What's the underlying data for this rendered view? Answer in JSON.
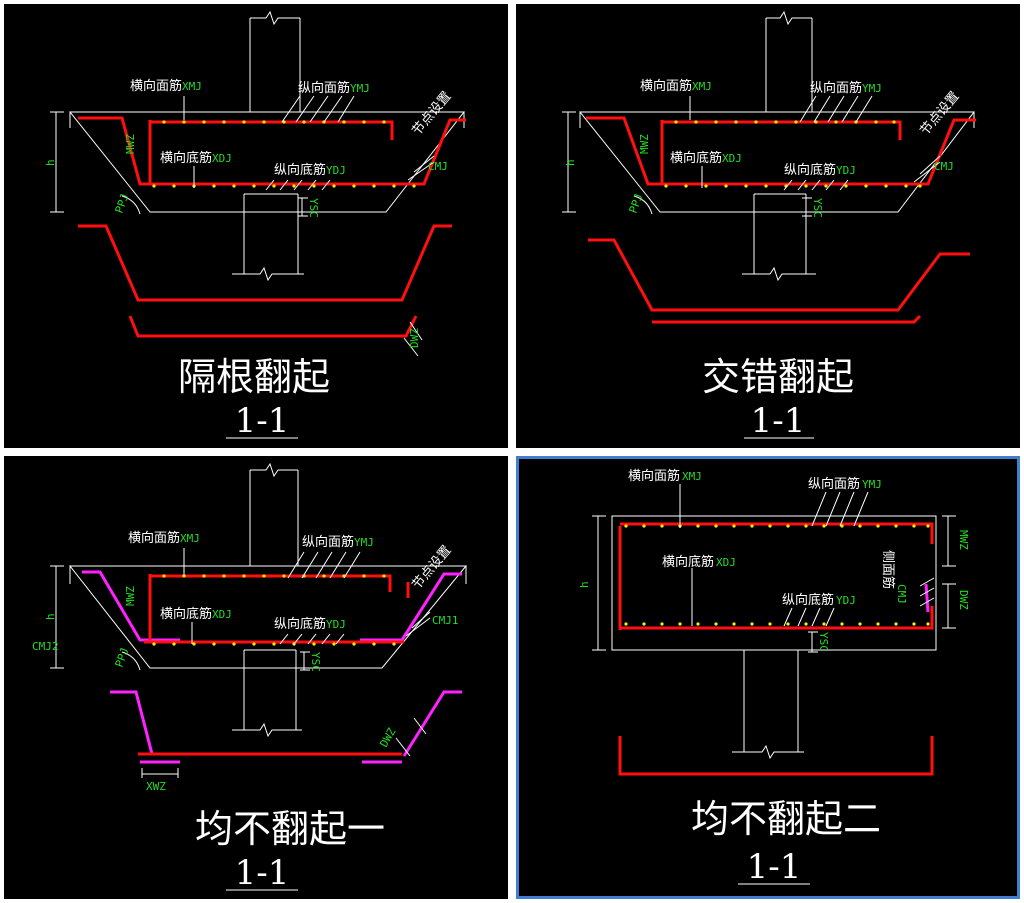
{
  "panels": [
    {
      "title": "隔根翻起",
      "section": "1-1",
      "labels": {
        "top_transverse": "横向面筋",
        "top_transverse_code": "XMJ",
        "top_longitudinal": "纵向面筋",
        "top_longitudinal_code": "YMJ",
        "bottom_transverse": "横向底筋",
        "bottom_transverse_code": "XDJ",
        "bottom_longitudinal": "纵向底筋",
        "bottom_longitudinal_code": "YDJ",
        "node_setting": "节点设置",
        "h": "h",
        "mwz": "MWZ",
        "ppj": "PPJ",
        "ysc": "YSC",
        "cmj": "CMJ",
        "dwz": "DWZ"
      }
    },
    {
      "title": "交错翻起",
      "section": "1-1",
      "labels": {
        "top_transverse": "横向面筋",
        "top_transverse_code": "XMJ",
        "top_longitudinal": "纵向面筋",
        "top_longitudinal_code": "YMJ",
        "bottom_transverse": "横向底筋",
        "bottom_transverse_code": "XDJ",
        "bottom_longitudinal": "纵向底筋",
        "bottom_longitudinal_code": "YDJ",
        "node_setting": "节点设置",
        "h": "h",
        "mwz": "MWZ",
        "ppj": "PPJ",
        "ysc": "YSC",
        "cmj": "CMJ"
      }
    },
    {
      "title": "均不翻起一",
      "section": "1-1",
      "labels": {
        "top_transverse": "横向面筋",
        "top_transverse_code": "XMJ",
        "top_longitudinal": "纵向面筋",
        "top_longitudinal_code": "YMJ",
        "bottom_transverse": "横向底筋",
        "bottom_transverse_code": "XDJ",
        "bottom_longitudinal": "纵向底筋",
        "bottom_longitudinal_code": "YDJ",
        "node_setting": "节点设置",
        "h": "h",
        "mwz": "MWZ",
        "ppj": "PPJ",
        "ysc": "YSC",
        "cmj1": "CMJ1",
        "cmj2": "CMJ2",
        "dwz": "DWZ",
        "xwz": "XWZ"
      }
    },
    {
      "title": "均不翻起二",
      "section": "1-1",
      "labels": {
        "top_transverse": "横向面筋",
        "top_transverse_code": "XMJ",
        "top_longitudinal": "纵向面筋",
        "top_longitudinal_code": "YMJ",
        "bottom_transverse": "横向底筋",
        "bottom_transverse_code": "XDJ",
        "bottom_longitudinal": "纵向底筋",
        "bottom_longitudinal_code": "YDJ",
        "side_bar": "侧面筋",
        "h": "h",
        "mwz": "MWZ",
        "dwz": "DWZ",
        "ysc": "YSC",
        "cmj": "CMJ"
      }
    }
  ],
  "colors": {
    "background": "#000000",
    "outline": "#ffffff",
    "rebar": "#ff1010",
    "rebar_alt": "#ff22ff",
    "rebar_dots": "#ffee00",
    "code_text": "#22dd22",
    "selection_border": "#3f7fd0"
  }
}
